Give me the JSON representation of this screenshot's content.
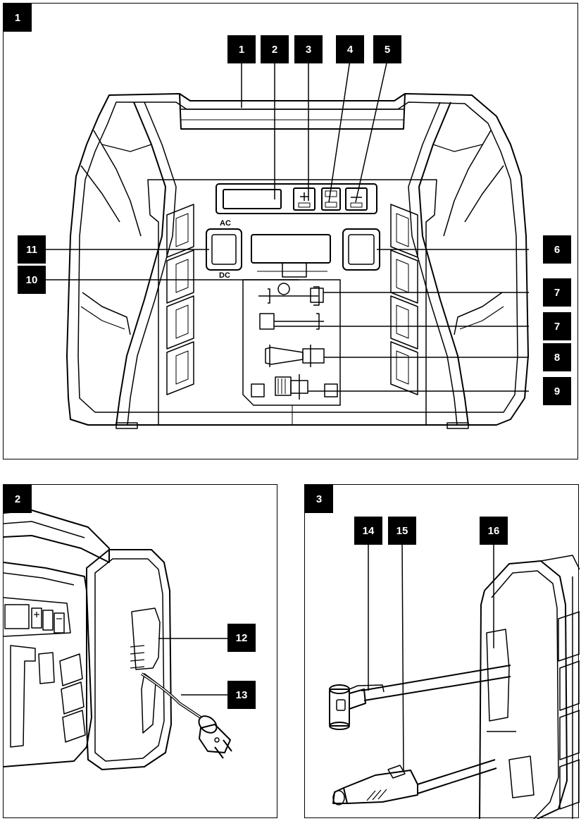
{
  "panels": [
    {
      "label": "1"
    },
    {
      "label": "2"
    },
    {
      "label": "3"
    }
  ],
  "fig1": {
    "callouts": [
      "1",
      "2",
      "3",
      "4",
      "5",
      "6",
      "7",
      "7",
      "8",
      "9",
      "10",
      "11"
    ],
    "ac_label": "AC",
    "dc_label": "DC"
  },
  "fig2": {
    "callouts": [
      "12",
      "13"
    ]
  },
  "fig3": {
    "callouts": [
      "14",
      "15",
      "16"
    ]
  },
  "colors": {
    "line": "#000000",
    "callout_bg": "#000000",
    "callout_text": "#ffffff",
    "background": "#ffffff"
  }
}
